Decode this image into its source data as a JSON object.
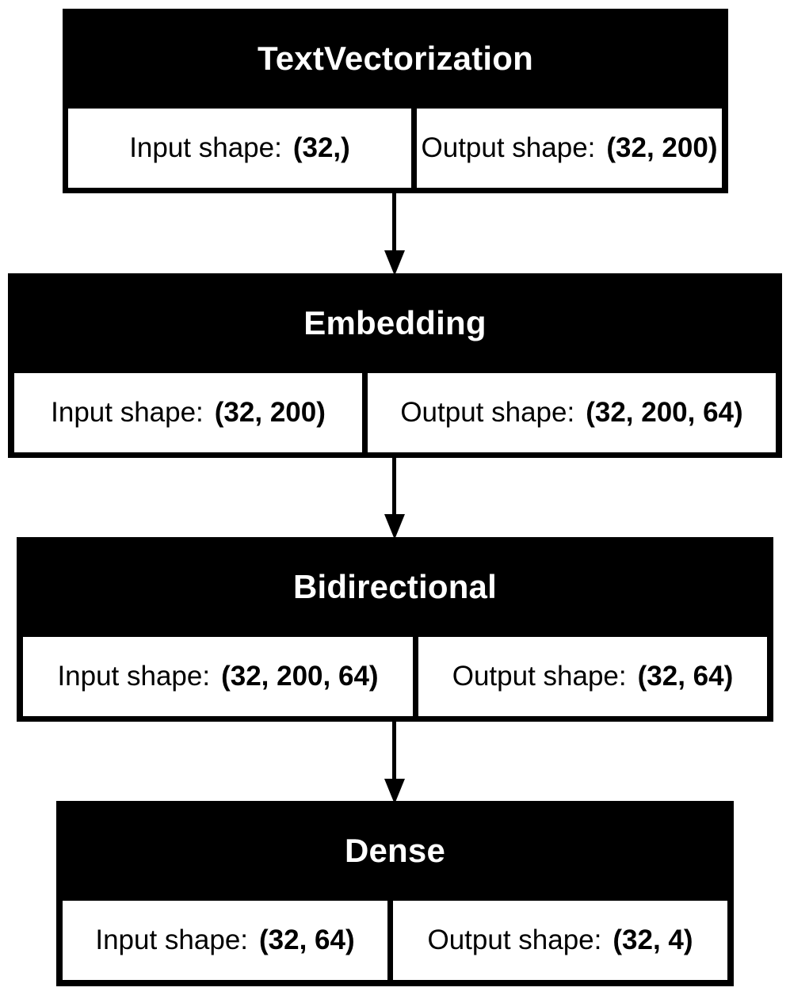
{
  "layers": [
    {
      "name": "TextVectorization",
      "input_label": "Input shape:",
      "input_shape": "(32,)",
      "output_label": "Output shape:",
      "output_shape": "(32, 200)"
    },
    {
      "name": "Embedding",
      "input_label": "Input shape:",
      "input_shape": "(32, 200)",
      "output_label": "Output shape:",
      "output_shape": "(32, 200, 64)"
    },
    {
      "name": "Bidirectional",
      "input_label": "Input shape:",
      "input_shape": "(32, 200, 64)",
      "output_label": "Output shape:",
      "output_shape": "(32, 64)"
    },
    {
      "name": "Dense",
      "input_label": "Input shape:",
      "input_shape": "(32, 64)",
      "output_label": "Output shape:",
      "output_shape": "(32, 4)"
    }
  ],
  "edges": [
    {
      "from": "TextVectorization",
      "to": "Embedding"
    },
    {
      "from": "Embedding",
      "to": "Bidirectional"
    },
    {
      "from": "Bidirectional",
      "to": "Dense"
    }
  ]
}
